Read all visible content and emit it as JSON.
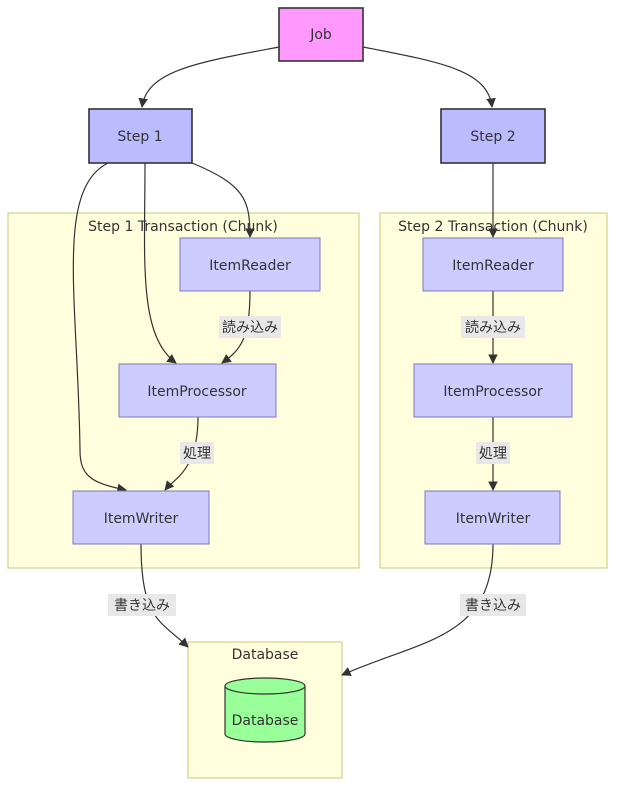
{
  "job": {
    "label": "Job"
  },
  "steps": [
    {
      "label": "Step 1"
    },
    {
      "label": "Step 2"
    }
  ],
  "transactions": [
    {
      "title": "Step 1 Transaction (Chunk)",
      "reader": "ItemReader",
      "processor": "ItemProcessor",
      "writer": "ItemWriter",
      "read_label": "読み込み",
      "process_label": "処理"
    },
    {
      "title": "Step 2 Transaction (Chunk)",
      "reader": "ItemReader",
      "processor": "ItemProcessor",
      "writer": "ItemWriter",
      "read_label": "読み込み",
      "process_label": "処理"
    }
  ],
  "write_labels": [
    "書き込み",
    "書き込み"
  ],
  "database": {
    "title": "Database",
    "label": "Database"
  },
  "colors": {
    "job_fill": "#ff99ff",
    "step_fill": "#bbbbff",
    "inner_fill": "#ccccff",
    "cluster_fill": "#ffffde",
    "database_fill": "#99ff99"
  }
}
